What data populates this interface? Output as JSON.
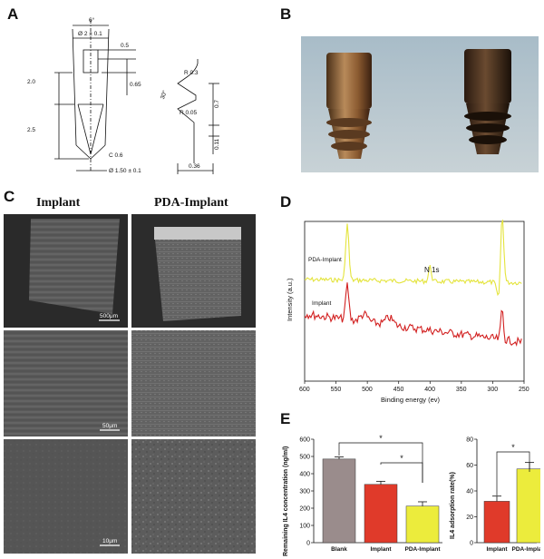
{
  "panels": {
    "A": "A",
    "B": "B",
    "C": "C",
    "D": "D",
    "E": "E"
  },
  "panel_a": {
    "dims": {
      "angle_top": "6°",
      "dia_top": "Ø 2 ± 0.1",
      "v05": "0.5",
      "v20": "2.0",
      "v065": "0.65",
      "v25": "2.5",
      "chamfer": "C 0.6",
      "dia_bottom": "Ø 1.50 ± 0.1",
      "r03": "R 0.3",
      "angle30": "30°",
      "r005": "R 0.05",
      "v07": "0.7",
      "v011": "0.11",
      "v036": "0.36"
    }
  },
  "panel_c": {
    "col1": "Implant",
    "col2": "PDA-Implant",
    "scale1": "500μm",
    "scale2": "50μm",
    "scale3": "10μm"
  },
  "chart_data": [
    {
      "type": "line",
      "xlabel": "Binding energy (ev)",
      "ylabel": "Intensity (a.u.)",
      "xlim": [
        600,
        250
      ],
      "xticks": [
        "600",
        "550",
        "500",
        "450",
        "400",
        "350",
        "300",
        "250"
      ],
      "annotations": [
        "N 1s"
      ],
      "series": [
        {
          "name": "PDA-Implant",
          "color": "#e0e040",
          "peaks_at": [
            532,
            400,
            285
          ]
        },
        {
          "name": "Implant",
          "color": "#d02020",
          "peaks_at": [
            532,
            285
          ]
        }
      ]
    },
    {
      "type": "bar",
      "ylabel": "Remaining IL4 concentration (ng/ml)",
      "ylim": [
        0,
        600
      ],
      "yticks": [
        "0",
        "100",
        "200",
        "300",
        "400",
        "500",
        "600"
      ],
      "categories": [
        "Blank",
        "Implant",
        "PDA-Implant"
      ],
      "values": [
        485,
        338,
        212
      ],
      "errors": [
        12,
        18,
        25
      ],
      "colors": [
        "#9a8c8c",
        "#e03a2a",
        "#ecec3c"
      ],
      "significance": [
        "*",
        "*"
      ]
    },
    {
      "type": "bar",
      "ylabel": "IL4 adsorption rate(%)",
      "ylim": [
        0,
        80
      ],
      "yticks": [
        "0",
        "20",
        "40",
        "60",
        "80"
      ],
      "categories": [
        "Implant",
        "PDA-Implant"
      ],
      "values": [
        32,
        57
      ],
      "errors": [
        4,
        5
      ],
      "colors": [
        "#e03a2a",
        "#ecec3c"
      ],
      "significance": [
        "*"
      ]
    }
  ]
}
